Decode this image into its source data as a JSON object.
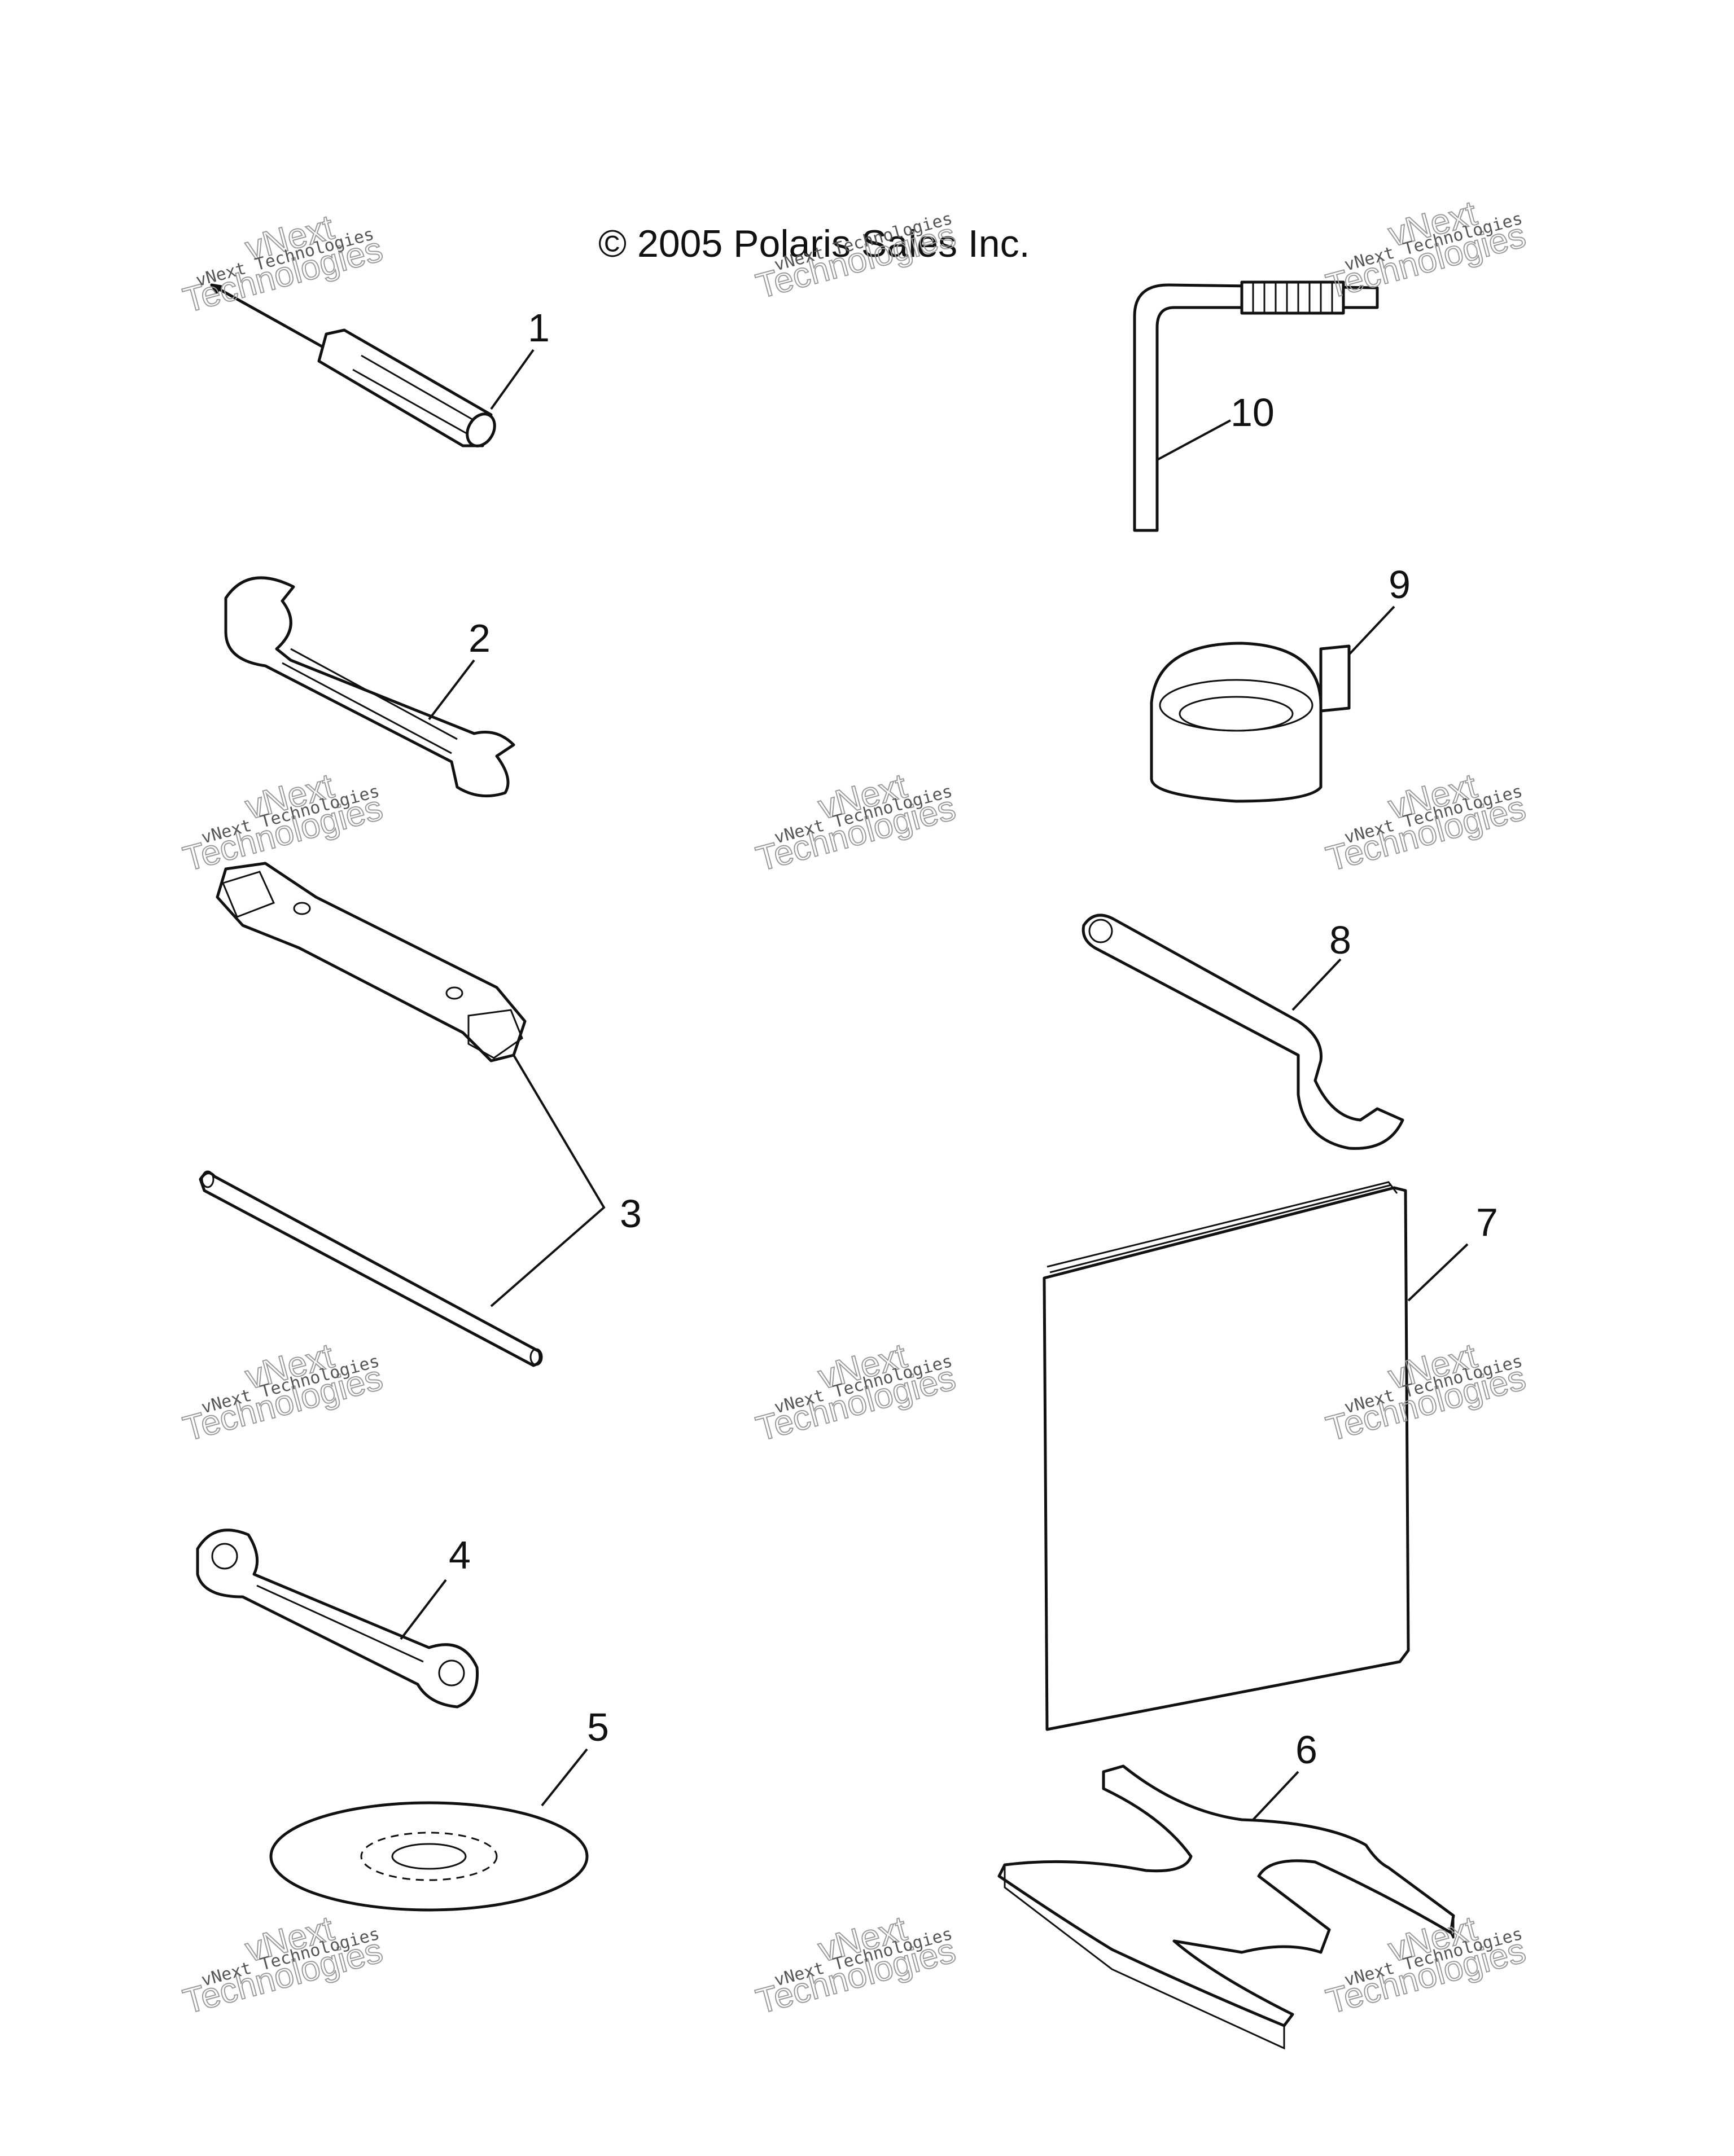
{
  "copyright": "© 2005 Polaris Sales Inc.",
  "callouts": [
    "1",
    "2",
    "3",
    "4",
    "5",
    "6",
    "7",
    "8",
    "9",
    "10"
  ],
  "watermark": {
    "small": "vNext Technologies",
    "big_line1": "vNext",
    "big_line2": "Technologies"
  }
}
